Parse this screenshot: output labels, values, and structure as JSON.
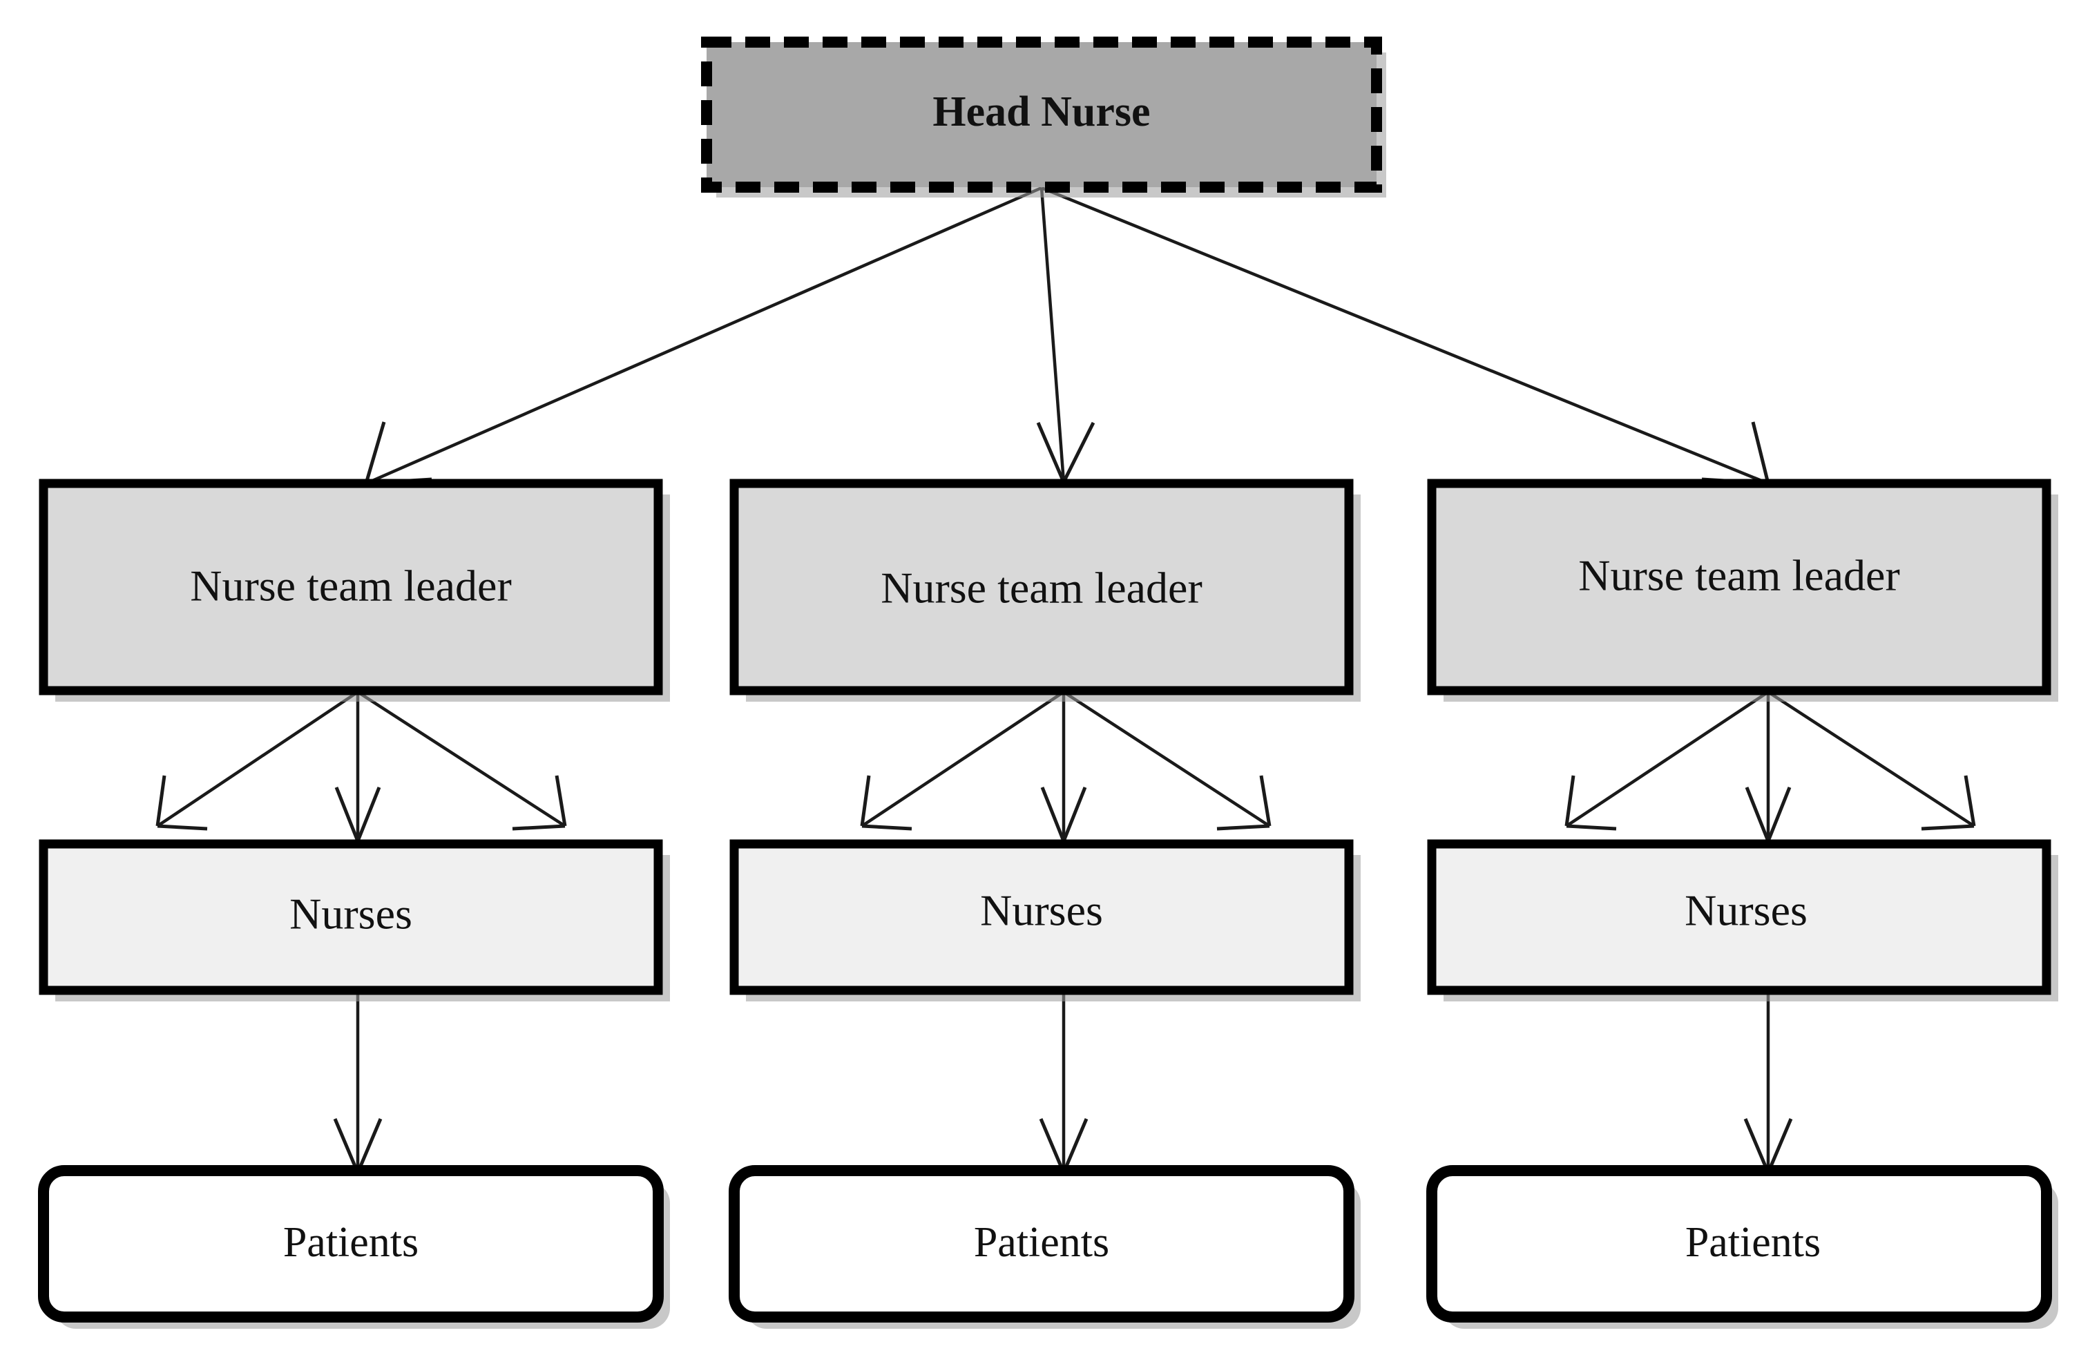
{
  "diagram": {
    "title_text": "",
    "background_color": "#ffffff",
    "type": "organizational-hierarchy-chart",
    "levels": [
      {
        "level": 1,
        "role": "head",
        "nodes": [
          {
            "id": "head-nurse",
            "label": "Head Nurse",
            "shape": "rectangle",
            "border_style": "dashed",
            "fill_color": "#a8a8a8",
            "border_color": "#000000",
            "text_color": "#111111",
            "bold": true
          }
        ]
      },
      {
        "level": 2,
        "role": "team-leader",
        "nodes": [
          {
            "id": "nurse-team-leader-1",
            "label": "Nurse team leader",
            "shape": "rectangle",
            "border_style": "solid",
            "fill_color": "#d9d9d9",
            "border_color": "#000000",
            "text_color": "#111111",
            "bold": false
          },
          {
            "id": "nurse-team-leader-2",
            "label": "Nurse team leader",
            "shape": "rectangle",
            "border_style": "solid",
            "fill_color": "#d9d9d9",
            "border_color": "#000000",
            "text_color": "#111111",
            "bold": false
          },
          {
            "id": "nurse-team-leader-3",
            "label": "Nurse team leader",
            "shape": "rectangle",
            "border_style": "solid",
            "fill_color": "#d9d9d9",
            "border_color": "#000000",
            "text_color": "#111111",
            "bold": false
          }
        ]
      },
      {
        "level": 3,
        "role": "nurses",
        "nodes": [
          {
            "id": "nurses-1",
            "label": "Nurses",
            "shape": "rectangle",
            "border_style": "solid",
            "fill_color": "#f0f0f0",
            "border_color": "#000000",
            "text_color": "#111111",
            "bold": false
          },
          {
            "id": "nurses-2",
            "label": "Nurses",
            "shape": "rectangle",
            "border_style": "solid",
            "fill_color": "#f0f0f0",
            "border_color": "#000000",
            "text_color": "#111111",
            "bold": false
          },
          {
            "id": "nurses-3",
            "label": "Nurses",
            "shape": "rectangle",
            "border_style": "solid",
            "fill_color": "#f0f0f0",
            "border_color": "#000000",
            "text_color": "#111111",
            "bold": false
          }
        ]
      },
      {
        "level": 4,
        "role": "patients",
        "nodes": [
          {
            "id": "patients-1",
            "label": "Patients",
            "shape": "rounded-rectangle",
            "border_style": "solid",
            "fill_color": "#ffffff",
            "border_color": "#000000",
            "text_color": "#111111",
            "bold": false
          },
          {
            "id": "patients-2",
            "label": "Patients",
            "shape": "rounded-rectangle",
            "border_style": "solid",
            "fill_color": "#ffffff",
            "border_color": "#000000",
            "text_color": "#111111",
            "bold": false
          },
          {
            "id": "patients-3",
            "label": "Patients",
            "shape": "rounded-rectangle",
            "border_style": "solid",
            "fill_color": "#ffffff",
            "border_color": "#000000",
            "text_color": "#111111",
            "bold": false
          }
        ]
      }
    ],
    "connectors": [
      {
        "from": "head-nurse",
        "to": "nurse-team-leader-1",
        "style": "arrow"
      },
      {
        "from": "head-nurse",
        "to": "nurse-team-leader-2",
        "style": "arrow"
      },
      {
        "from": "head-nurse",
        "to": "nurse-team-leader-3",
        "style": "arrow"
      },
      {
        "from": "nurse-team-leader-1",
        "to": "nurses-1",
        "style": "arrow-fan-3"
      },
      {
        "from": "nurse-team-leader-2",
        "to": "nurses-2",
        "style": "arrow-fan-3"
      },
      {
        "from": "nurse-team-leader-3",
        "to": "nurses-3",
        "style": "arrow-fan-3"
      },
      {
        "from": "nurses-1",
        "to": "patients-1",
        "style": "arrow"
      },
      {
        "from": "nurses-2",
        "to": "patients-2",
        "style": "arrow"
      },
      {
        "from": "nurses-3",
        "to": "patients-3",
        "style": "arrow"
      }
    ],
    "colors": {
      "head_fill": "#a8a8a8",
      "leader_fill": "#d9d9d9",
      "nurses_fill": "#f0f0f0",
      "patients_fill": "#ffffff",
      "stroke": "#000000",
      "shadow": "#9a9a9a"
    }
  }
}
